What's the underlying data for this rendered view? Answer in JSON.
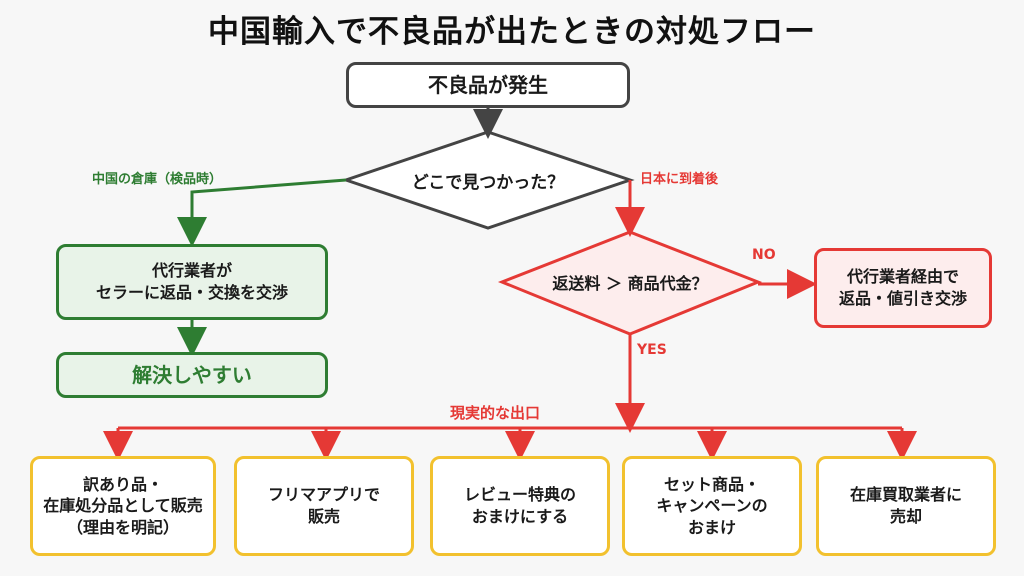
{
  "title": "中国輸入で不良品が出たときの対処フロー",
  "start": "不良品が発生",
  "decision_where": "どこで見つかった？",
  "branch_china": "中国の倉庫（検品時）",
  "branch_japan": "日本に到着後",
  "china_action": "代行業者が\nセラーに返品・交換を交渉",
  "china_result": "解決しやすい",
  "decision_cost": "返送料 ＞ 商品代金？",
  "label_no": "NO",
  "label_yes": "YES",
  "no_action": "代行業者経由で\n返品・値引き交渉",
  "exit_label": "現実的な出口",
  "exits": [
    "訳あり品・\n在庫処分品として販売\n（理由を明記）",
    "フリマアプリで\n販売",
    "レビュー特典の\nおまけにする",
    "セット商品・\nキャンペーンの\nおまけ",
    "在庫買取業者に\n売却"
  ],
  "colors": {
    "green": "#2e7d32",
    "red": "#e53935",
    "yellow": "#f2c12e",
    "dark": "#444444"
  }
}
